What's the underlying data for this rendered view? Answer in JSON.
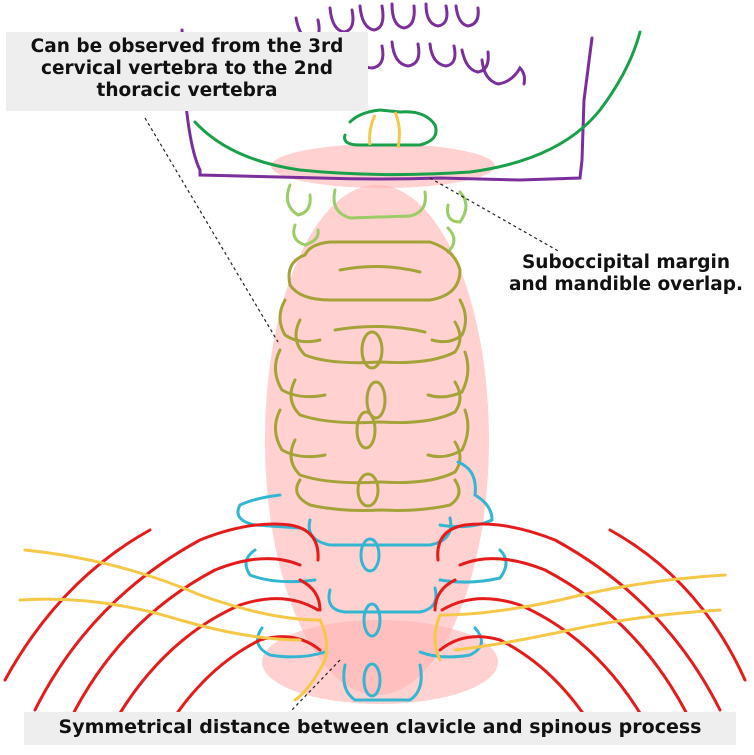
{
  "annotations": {
    "vertebra_range": [
      "Can be observed from the 3rd",
      "cervical vertebra to the 2nd",
      "thoracic vertebra"
    ],
    "suboccipital": [
      "Suboccipital margin",
      "and mandible overlap."
    ],
    "clavicle": "Symmetrical distance between clavicle and spinous process"
  },
  "colors": {
    "skull": "#7a2f9b",
    "mandible": "#1aa04a",
    "upper_cervical": "#9ccc65",
    "cervical": "#a5a23a",
    "thoracic": "#35b6d0",
    "ribs": "#e51c1c",
    "clavicle": "#f5c84a",
    "highlight": "#ffb3b3"
  },
  "icons": [
    "skull",
    "mandible",
    "cervical-vertebrae",
    "thoracic-vertebrae",
    "ribs",
    "clavicles"
  ]
}
